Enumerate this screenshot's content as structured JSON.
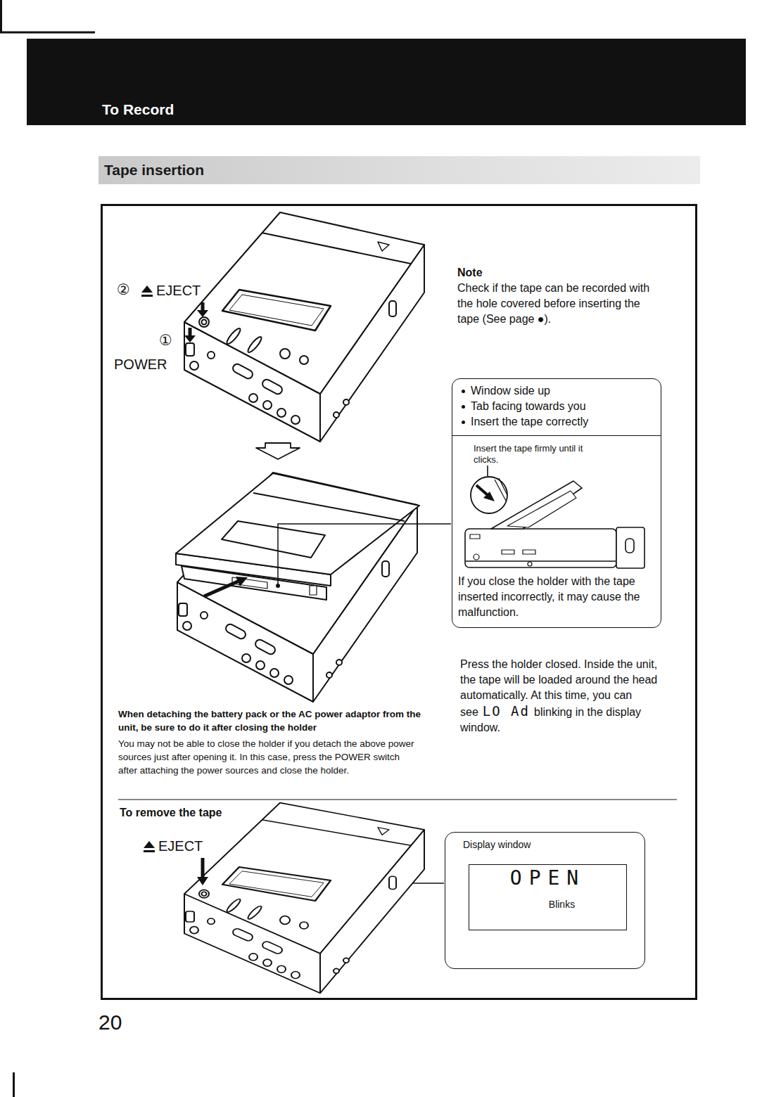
{
  "diagram": {
    "nodes": [
      {
        "text": [
          "To Record"
        ]
      },
      {
        "text": [
          "Tape insertion"
        ]
      },
      {
        "text": [
          "Window side up",
          "Tab facing towards you",
          "Insert the tape correctly",
          "Insert the tape firmly until it clicks.",
          "If you close the holder with the tape inserted incorrectly, it may cause the malfunction."
        ]
      },
      {
        "text": [
          "Display window"
        ]
      },
      {
        "text": [
          "OPEN",
          "Blinks"
        ],
        "in": 3
      }
    ],
    "labels": [
      "②",
      "EJECT",
      "①",
      "POWER",
      "Note",
      "Check if the tape can be recorded with the hole covered before inserting the tape (See page ●).",
      "When detaching the battery pack or the AC power adaptor from the unit, be sure to do it after closing the holder",
      "You may not be able to close the holder if you detach the above power sources just after opening it. In this case, press the POWER switch after attaching the power sources and close the holder.",
      "Press the holder closed. Inside the unit, the tape will be loaded around the head automatically. At this time, you can see",
      "LO Ad",
      "blinking in the display window.",
      "To remove the tape",
      "EJECT",
      "20"
    ]
  }
}
